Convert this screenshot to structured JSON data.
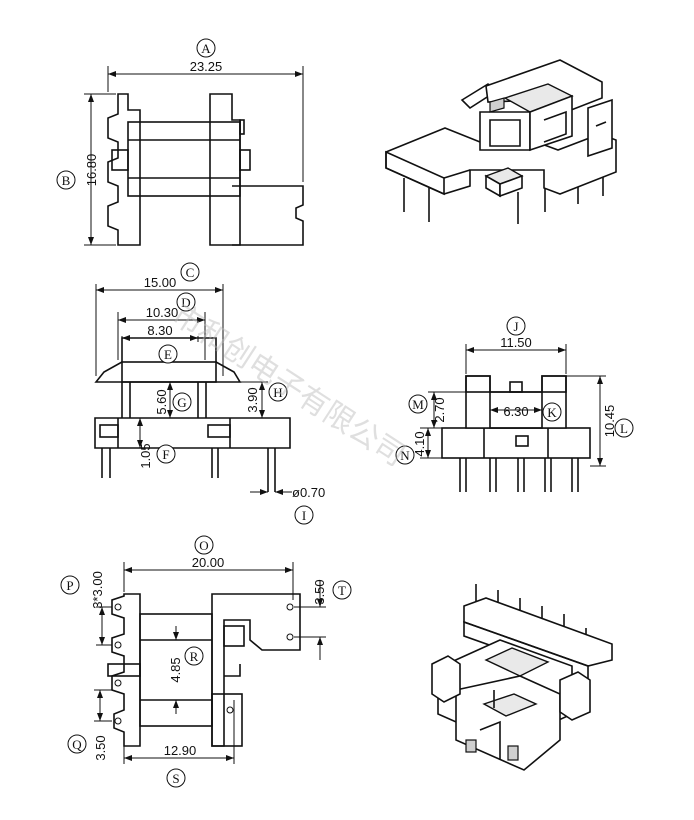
{
  "dimensions": {
    "A": "23.25",
    "B": "16.80",
    "C": "15.00",
    "D": "10.30",
    "E": "8.30",
    "G": "5.60",
    "H": "3.90",
    "F": "1.05",
    "I": "ø0.70",
    "J": "11.50",
    "M": "2.70",
    "K": "6.30",
    "L": "10.45",
    "N": "4.10",
    "O": "20.00",
    "P": "3*3.00",
    "T": "3.50",
    "R": "4.85",
    "Q": "3.50",
    "S": "12.90"
  },
  "labels": [
    "A",
    "B",
    "C",
    "D",
    "E",
    "F",
    "G",
    "H",
    "I",
    "J",
    "K",
    "L",
    "M",
    "N",
    "O",
    "P",
    "Q",
    "R",
    "S",
    "T"
  ],
  "watermark": "市和创电子有限公司"
}
